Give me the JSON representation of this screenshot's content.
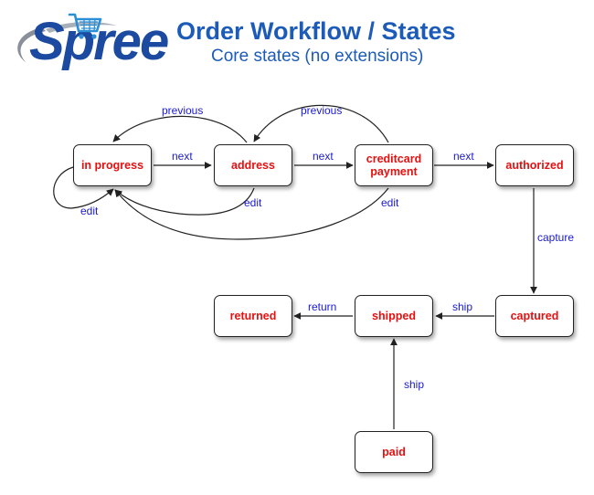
{
  "header": {
    "logo_text": "Spree",
    "title": "Order Workflow / States",
    "subtitle": "Core states (no extensions)"
  },
  "colors": {
    "title": "#1c5bb8",
    "logo": "#1c4aa0",
    "state_text": "#e61010",
    "edge_text": "#1a1ad0",
    "arrow": "#222222"
  },
  "icons": {
    "cart": "shopping-cart-icon",
    "swoosh": "logo-swoosh"
  },
  "states": {
    "in_progress": "in progress",
    "address": "address",
    "creditcard_payment": "creditcard\npayment",
    "authorized": "authorized",
    "captured": "captured",
    "shipped": "shipped",
    "returned": "returned",
    "paid": "paid"
  },
  "transitions": {
    "next_1": "next",
    "next_2": "next",
    "next_3": "next",
    "previous_1": "previous",
    "previous_2": "previous",
    "edit_1": "edit",
    "edit_2": "edit",
    "edit_3": "edit",
    "capture": "capture",
    "ship_1": "ship",
    "ship_2": "ship",
    "return": "return"
  }
}
